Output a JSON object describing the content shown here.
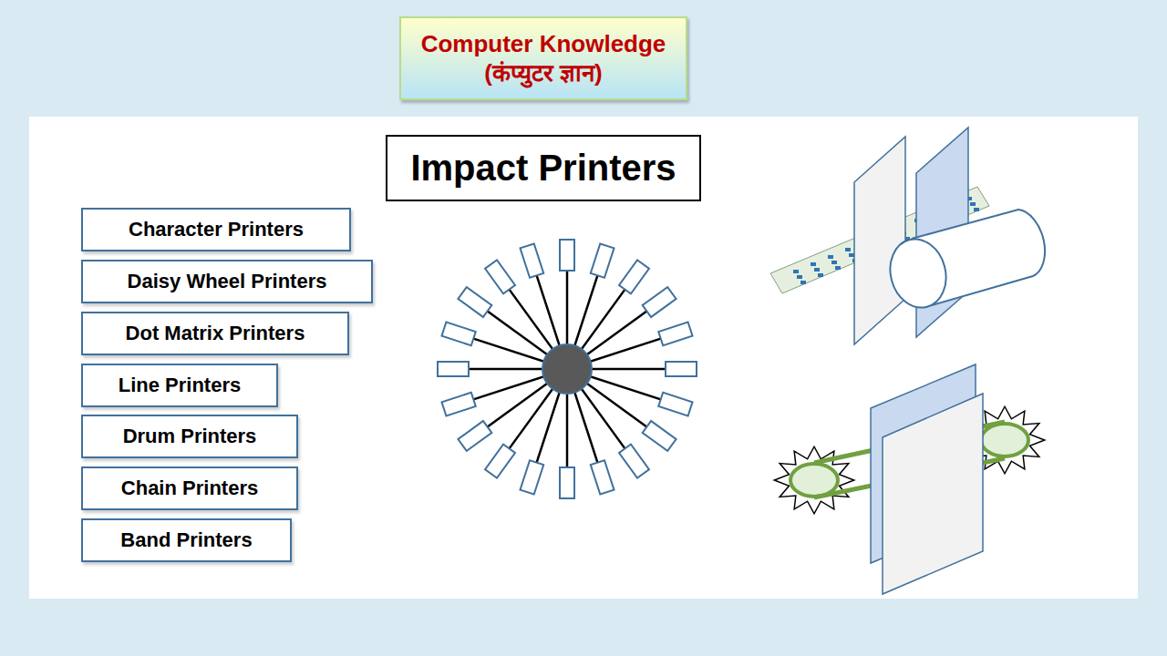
{
  "diagram": {
    "nodes": [
      {
        "text": [
          "Computer Knowledge (कंप्युटर ज्ञान)"
        ]
      },
      {
        "text": [
          "Impact Printers"
        ]
      },
      {
        "text": [
          "Character Printers"
        ]
      },
      {
        "text": [
          "Daisy Wheel  Printers"
        ]
      },
      {
        "text": [
          "Dot Matrix  Printers"
        ]
      },
      {
        "text": [
          "Line Printers"
        ]
      },
      {
        "text": [
          "Drum Printers"
        ]
      },
      {
        "text": [
          "Chain Printers"
        ]
      },
      {
        "text": [
          "Band Printers"
        ]
      }
    ]
  }
}
